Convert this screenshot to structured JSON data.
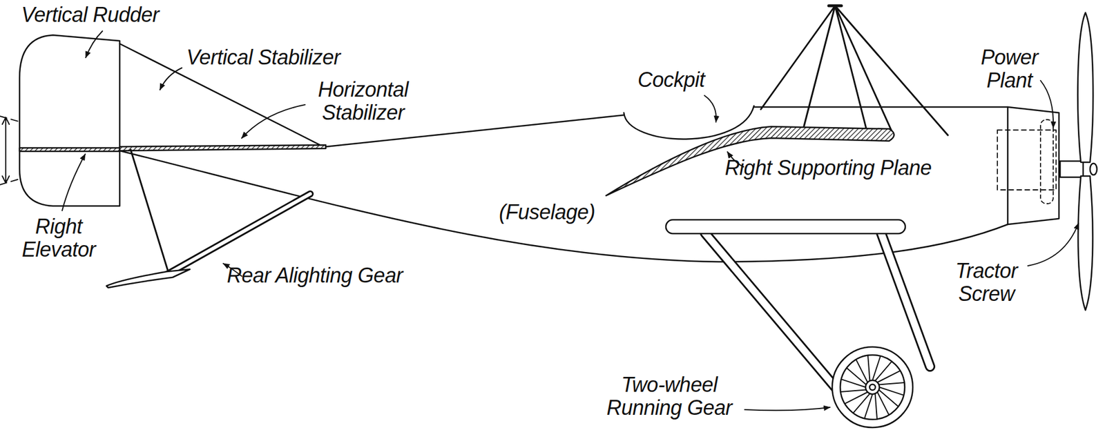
{
  "diagram": {
    "labels": [
      "Vertical Rudder",
      "Vertical Stabilizer",
      "Cockpit",
      "Power Plant",
      "Horizontal Stabilizer",
      "Right Supporting Plane",
      "(Fuselage)",
      "Right Elevator",
      "Tractor Screw",
      "Rear Alighting Gear",
      "Two-wheel Running Gear"
    ]
  }
}
